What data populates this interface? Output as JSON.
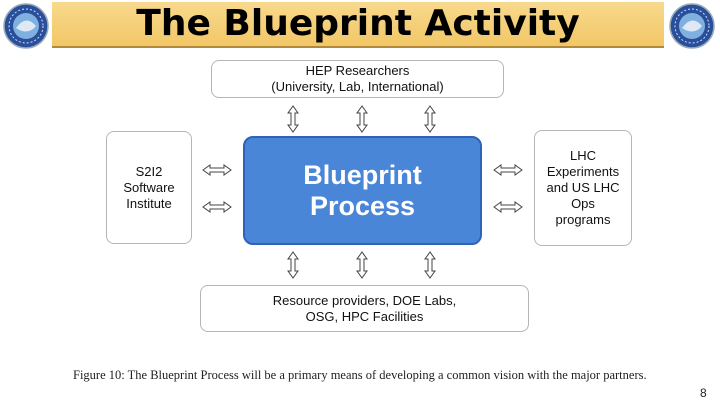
{
  "title": "The Blueprint Activity",
  "diagram": {
    "top_box": "HEP Researchers\n(University, Lab, International)",
    "left_box": "S2I2\nSoftware\nInstitute",
    "center_box": "Blueprint\nProcess",
    "right_box": "LHC\nExperiments\nand US LHC\nOps\nprograms",
    "bottom_box": "Resource providers, DOE Labs,\nOSG, HPC Facilities"
  },
  "caption": "Figure 10:  The Blueprint Process will be a primary means of developing a common vision with the major partners.",
  "page_number": "8",
  "colors": {
    "title_bar": "#f2c766",
    "center_box": "#4a86d8",
    "box_border": "#b5b5b5"
  }
}
